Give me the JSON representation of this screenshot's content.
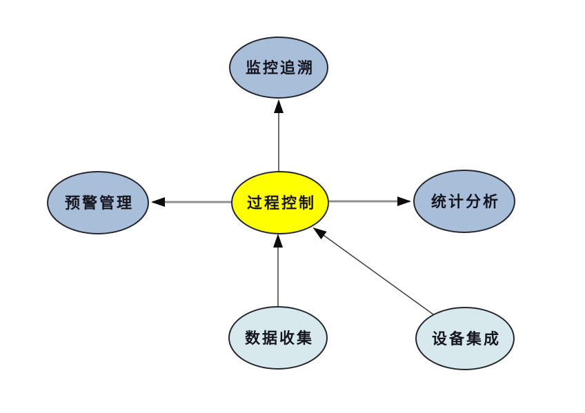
{
  "diagram": {
    "background": "#ffffff",
    "text_color": "#15151f",
    "node_border_color": "#23262e",
    "arrow_color": "#0c0c0c",
    "edge_thin_color": "#3d3d3d",
    "edge_thick_color": "#8f8f8f",
    "node_fill_center": "#ffff00",
    "node_fill_output": "#a9bed8",
    "node_fill_input": "#d7e9ed",
    "nodes": [
      {
        "id": "process-control",
        "label": "过程控制",
        "role": "center",
        "fill": "#ffff00"
      },
      {
        "id": "monitoring-trace",
        "label": "监控追溯",
        "role": "output",
        "fill": "#a9bed8"
      },
      {
        "id": "warning-management",
        "label": "预警管理",
        "role": "output",
        "fill": "#a9bed8"
      },
      {
        "id": "statistical-analysis",
        "label": "统计分析",
        "role": "output",
        "fill": "#a9bed8"
      },
      {
        "id": "data-collection",
        "label": "数据收集",
        "role": "input",
        "fill": "#d7e9ed"
      },
      {
        "id": "equipment-integration",
        "label": "设备集成",
        "role": "input",
        "fill": "#d7e9ed"
      }
    ],
    "edges": [
      {
        "from": "过程控制",
        "to": "监控追溯"
      },
      {
        "from": "过程控制",
        "to": "预警管理"
      },
      {
        "from": "过程控制",
        "to": "统计分析"
      },
      {
        "from": "数据收集",
        "to": "过程控制"
      },
      {
        "from": "设备集成",
        "to": "过程控制"
      }
    ]
  }
}
